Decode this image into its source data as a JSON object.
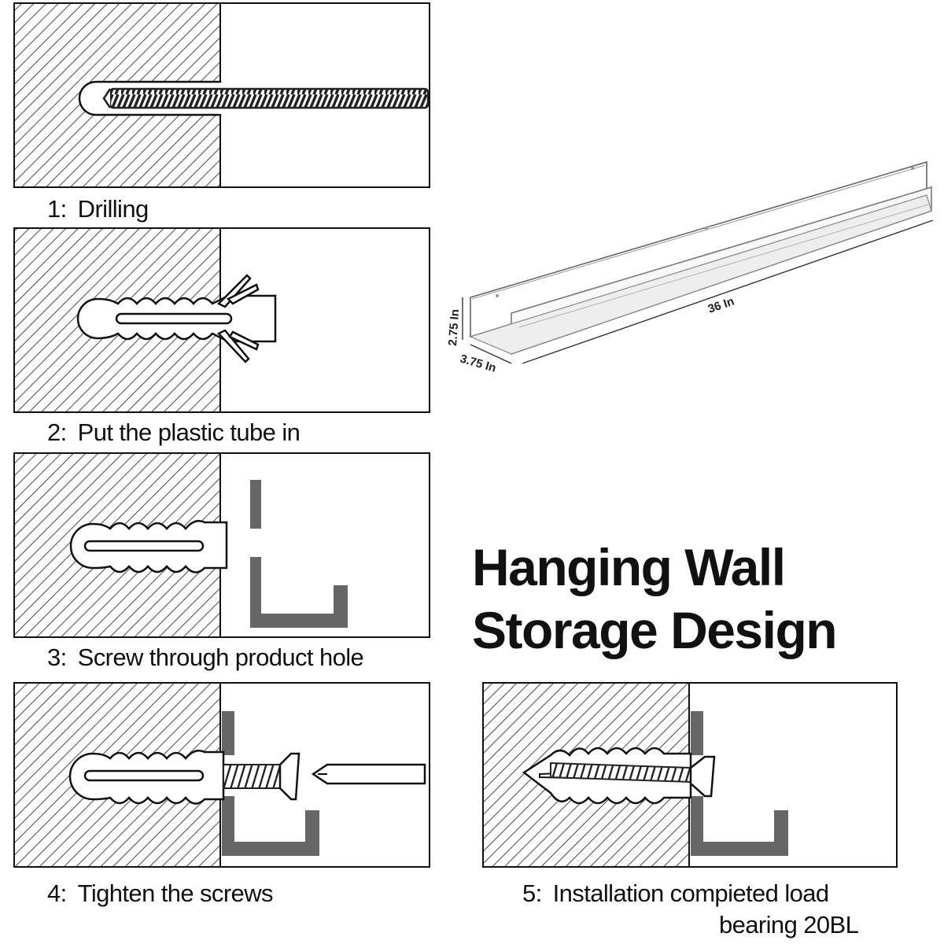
{
  "headline": {
    "line1": "Hanging Wall",
    "line2": "Storage Design"
  },
  "steps": [
    {
      "number": "1:",
      "label": "Drilling"
    },
    {
      "number": "2:",
      "label": "Put the plastic tube in"
    },
    {
      "number": "3:",
      "label": "Screw through product hole"
    },
    {
      "number": "4:",
      "label": "Tighten the screws"
    },
    {
      "number": "5:",
      "label": "Installation compieted load",
      "label2": "bearing 20BL"
    }
  ],
  "shelf": {
    "length": "36 In",
    "height": "2.75 In",
    "depth": "3.75 In"
  },
  "colors": {
    "outline": "#111111",
    "hatch": "#555555",
    "bracket": "#666666",
    "background": "#ffffff"
  }
}
